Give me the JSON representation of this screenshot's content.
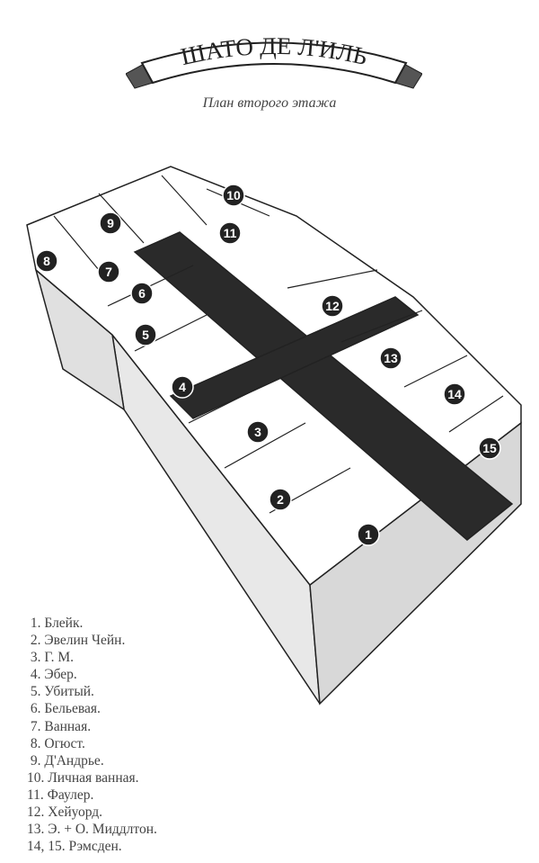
{
  "title": "ШАТО ДЕ Л'ИЛЬ",
  "subtitle": "План второго этажа",
  "room_markers": [
    "1",
    "2",
    "3",
    "4",
    "5",
    "6",
    "7",
    "8",
    "9",
    "10",
    "11",
    "12",
    "13",
    "14",
    "15"
  ],
  "legend": [
    " 1. Блейк.",
    " 2. Эвелин Чейн.",
    " 3. Г. М.",
    " 4. Эбер.",
    " 5. Убитый.",
    " 6. Бельевая.",
    " 7. Ванная.",
    " 8. Огюст.",
    " 9. Д'Андрье.",
    "10. Личная ванная.",
    "11. Фаулер.",
    "12. Хейуорд.",
    "13. Э. + О. Миддлтон.",
    "14, 15. Рэмсден."
  ],
  "colors": {
    "ink": "#222222",
    "corridor": "#2a2a2a",
    "paper": "#ffffff"
  }
}
